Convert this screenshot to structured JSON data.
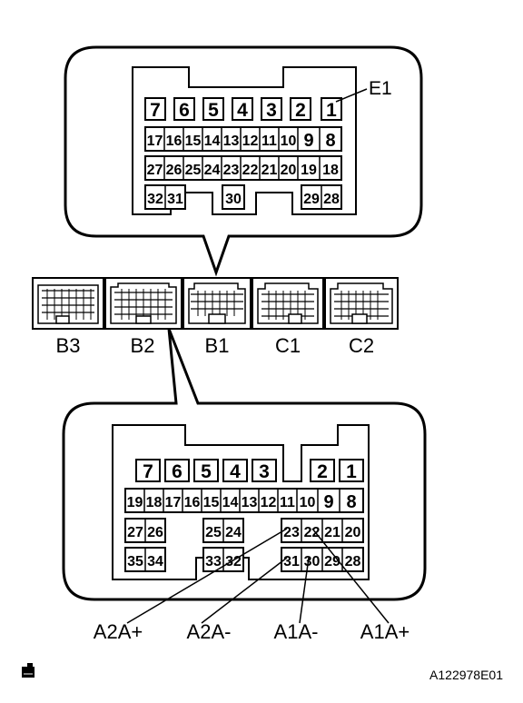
{
  "top_connector": {
    "label": "E1",
    "rows": [
      [
        "7",
        "6",
        "5",
        "4",
        "3",
        "2",
        "1"
      ],
      [
        "17",
        "16",
        "15",
        "14",
        "13",
        "12",
        "11",
        "10",
        "9",
        "8"
      ],
      [
        "27",
        "26",
        "25",
        "24",
        "23",
        "22",
        "21",
        "20",
        "19",
        "18"
      ],
      [
        "32",
        "31",
        "30",
        "29",
        "28"
      ]
    ]
  },
  "ecu": {
    "labels": [
      "B3",
      "B2",
      "B1",
      "C1",
      "C2"
    ]
  },
  "bottom_connector": {
    "rows": [
      [
        "7",
        "6",
        "5",
        "4",
        "3",
        "2",
        "1"
      ],
      [
        "19",
        "18",
        "17",
        "16",
        "15",
        "14",
        "13",
        "12",
        "11",
        "10",
        "9",
        "8"
      ],
      [
        "27",
        "26",
        "25",
        "24",
        "23",
        "22",
        "21",
        "20"
      ],
      [
        "35",
        "34",
        "33",
        "32",
        "31",
        "30",
        "29",
        "28"
      ]
    ],
    "signals": [
      "A2A+",
      "A2A-",
      "A1A-",
      "A1A+"
    ]
  },
  "figure_id": "A122978E01"
}
